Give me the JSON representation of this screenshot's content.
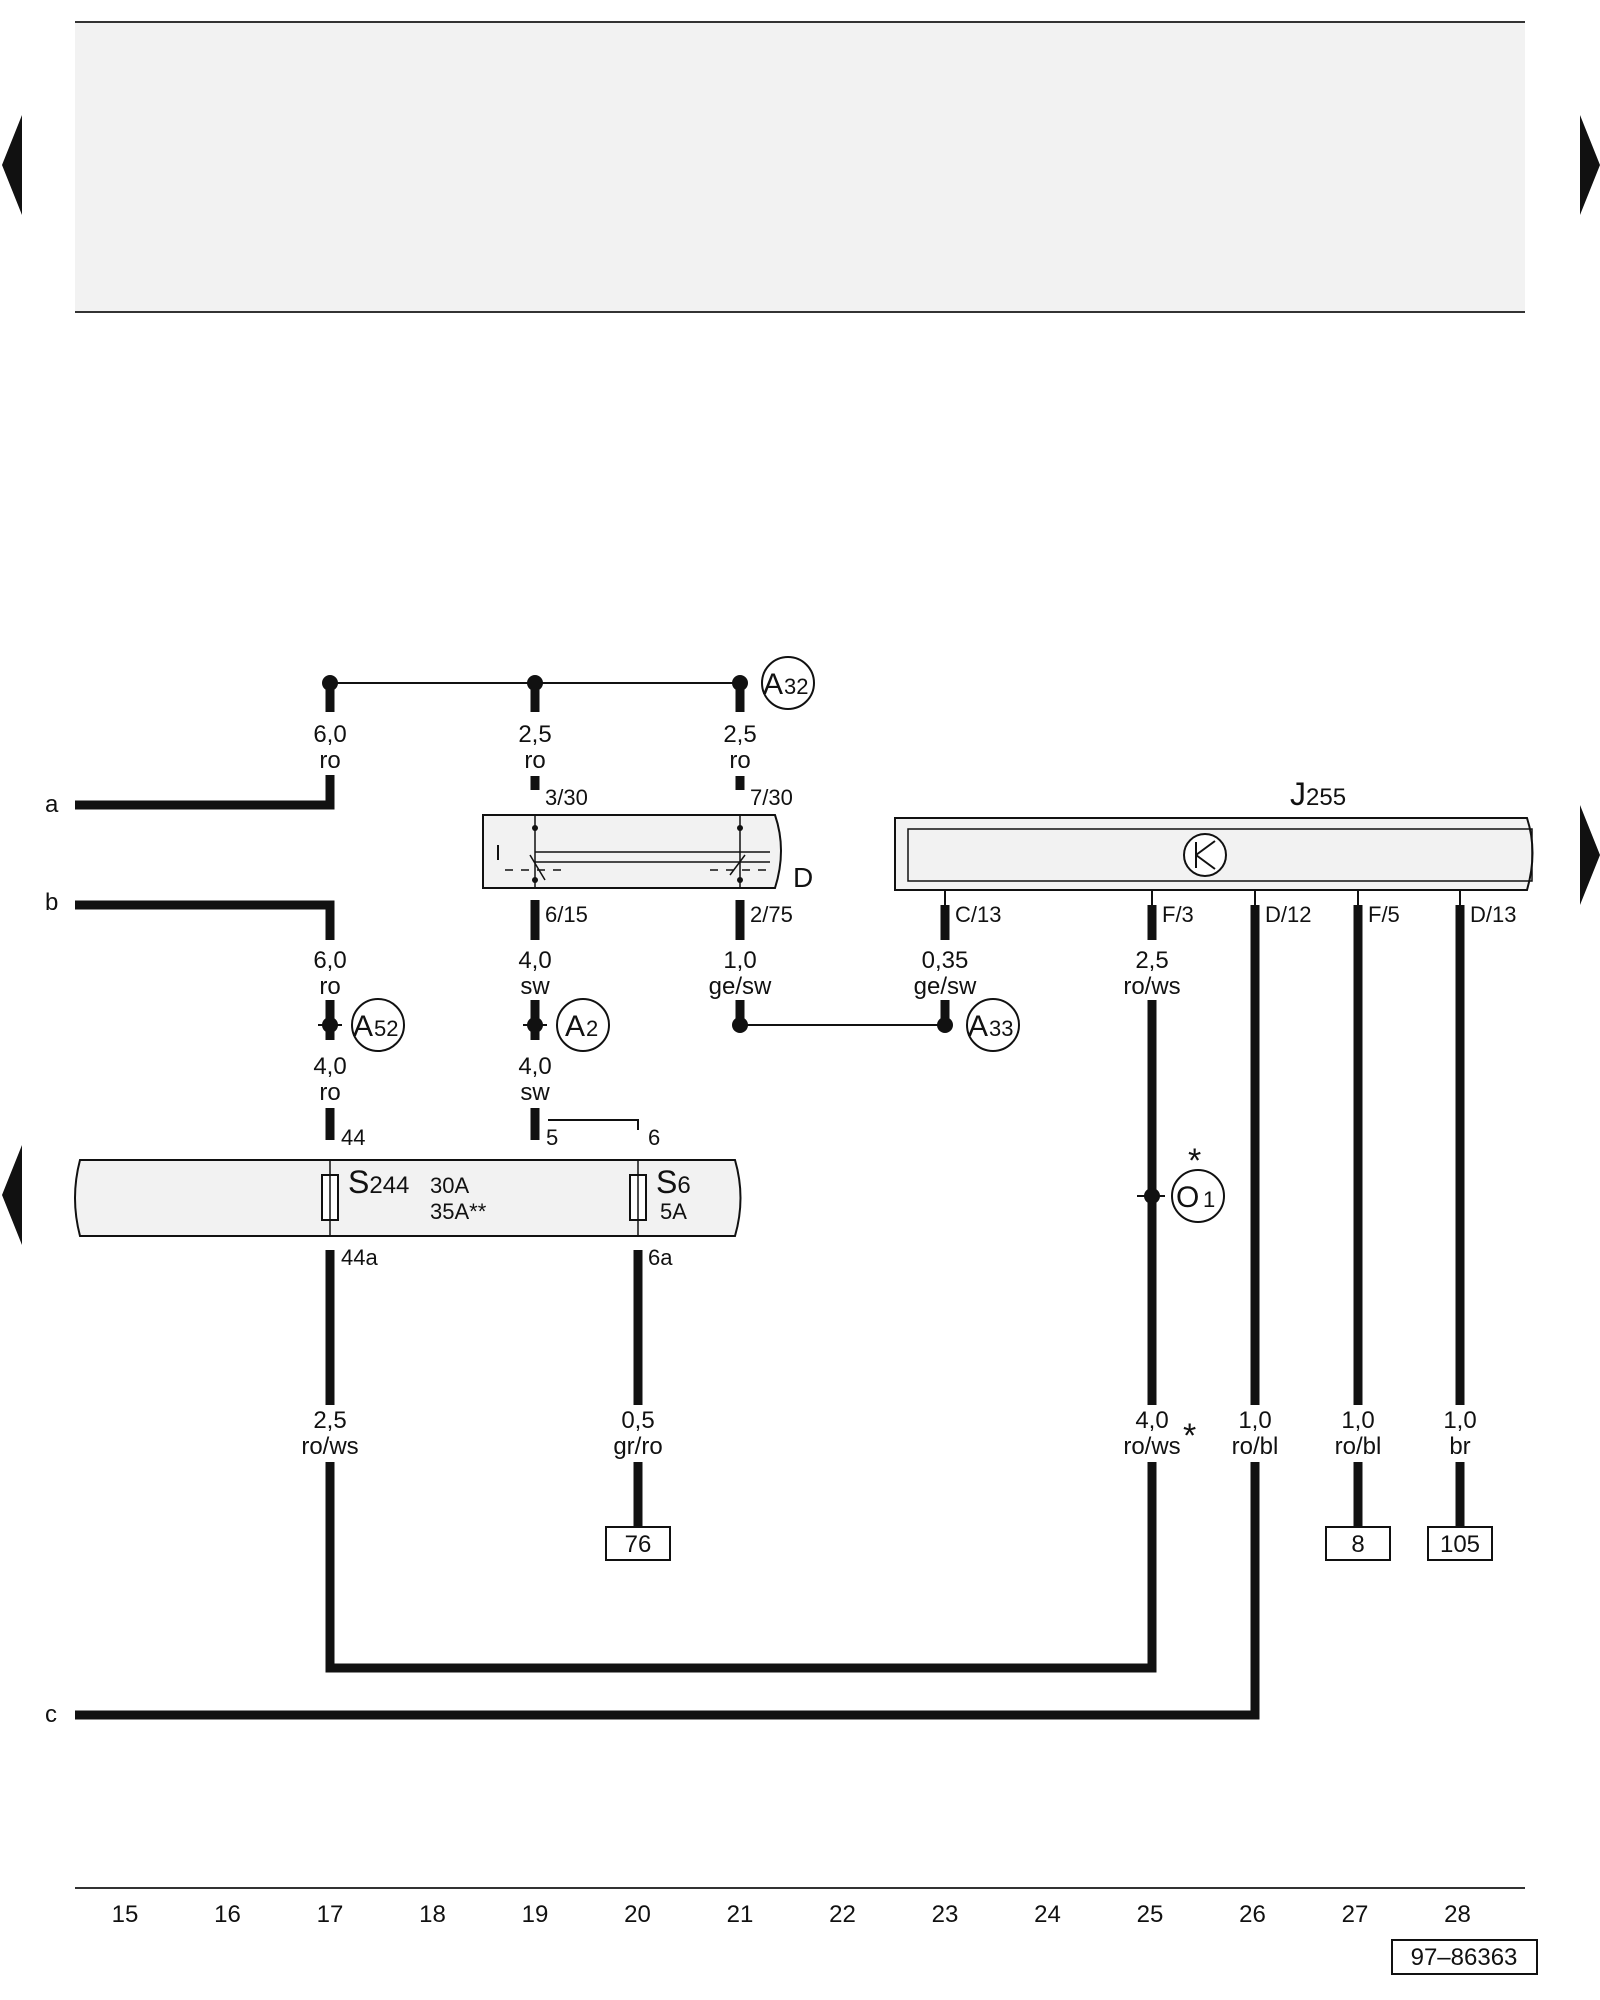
{
  "header": {
    "fill": "#f2f2f2"
  },
  "nav": {
    "prev": "previous-page",
    "next": "next-page"
  },
  "line_labels": {
    "a": "a",
    "b": "b",
    "c": "c"
  },
  "wires": {
    "w17_top": [
      "6,0",
      "ro"
    ],
    "w19_top": [
      "2,5",
      "ro"
    ],
    "w21_top": [
      "2,5",
      "ro"
    ],
    "w17_mid": [
      "6,0",
      "ro"
    ],
    "w19_mid": [
      "4,0",
      "sw"
    ],
    "w21_mid": [
      "1,0",
      "ge/sw"
    ],
    "w23_mid": [
      "0,35",
      "ge/sw"
    ],
    "w25_mid": [
      "2,5",
      "ro/ws"
    ],
    "w17_low": [
      "4,0",
      "ro"
    ],
    "w19_low": [
      "4,0",
      "sw"
    ],
    "w17_bot": [
      "2,5",
      "ro/ws"
    ],
    "w20_bot": [
      "0,5",
      "gr/ro"
    ],
    "w25_bot": [
      "4,0",
      "ro/ws"
    ],
    "w26_bot": [
      "1,0",
      "ro/bl"
    ],
    "w27_bot": [
      "1,0",
      "ro/bl"
    ],
    "w28_bot": [
      "1,0",
      "br"
    ]
  },
  "terminals": {
    "d_3_30": "3/30",
    "d_7_30": "7/30",
    "d_6_15": "6/15",
    "d_2_75": "2/75",
    "j_c13": "C/13",
    "j_f3": "F/3",
    "j_d12": "D/12",
    "j_f5": "F/5",
    "j_d13": "D/13",
    "f_44": "44",
    "f_5": "5",
    "f_6": "6",
    "f_44a": "44a",
    "f_6a": "6a"
  },
  "components": {
    "D": "D",
    "J255": {
      "letter": "J",
      "num": "255"
    },
    "S244": {
      "letter": "S",
      "num": "244",
      "rating1": "30A",
      "rating2": "35A**"
    },
    "S6": {
      "letter": "S",
      "num": "6",
      "rating": "5A"
    }
  },
  "connectors": {
    "A32": {
      "letter": "A",
      "num": "32"
    },
    "A52": {
      "letter": "A",
      "num": "52"
    },
    "A2": {
      "letter": "A",
      "num": "2"
    },
    "A33": {
      "letter": "A",
      "num": "33"
    },
    "O1": {
      "letter": "O",
      "num": "1"
    }
  },
  "asterisk": "*",
  "refs": {
    "r76": "76",
    "r8": "8",
    "r105": "105"
  },
  "track_numbers": [
    "15",
    "16",
    "17",
    "18",
    "19",
    "20",
    "21",
    "22",
    "23",
    "24",
    "25",
    "26",
    "27",
    "28"
  ],
  "doc_id": "97–86363"
}
